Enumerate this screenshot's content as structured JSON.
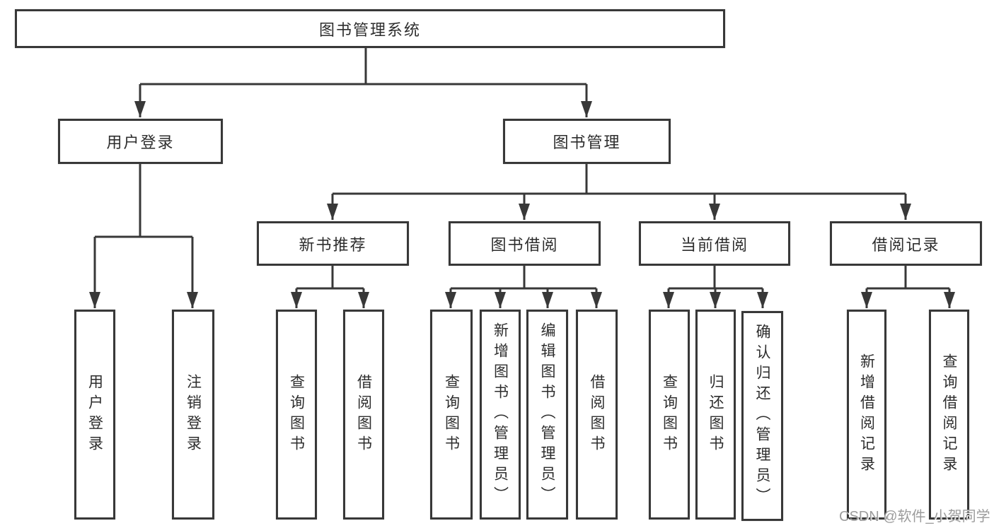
{
  "diagram": {
    "title": "图书管理系统",
    "type": "functional-structure-tree",
    "colors": {
      "background": "#ffffff",
      "node_fill": "#ffffff",
      "node_border": "#383838",
      "connector_line": "#383838",
      "text": "#2d2d2d",
      "watermark_text": "#9c9c9c"
    },
    "nodes": {
      "root": {
        "label": "图书管理系统"
      },
      "user_login": {
        "label": "用户登录"
      },
      "book_mgmt": {
        "label": "图书管理"
      },
      "new_book_rec": {
        "label": "新书推荐"
      },
      "book_borrow": {
        "label": "图书借阅"
      },
      "current_borrow": {
        "label": "当前借阅"
      },
      "borrow_records": {
        "label": "借阅记录"
      },
      "leaf_user_login": {
        "label": "用户登录"
      },
      "leaf_logout": {
        "label": "注销登录"
      },
      "leaf_rec_query": {
        "label": "查询图书"
      },
      "leaf_rec_borrow": {
        "label": "借阅图书"
      },
      "leaf_bb_query": {
        "label": "查询图书"
      },
      "leaf_bb_add": {
        "label": "新增图书（管理员）"
      },
      "leaf_bb_edit": {
        "label": "编辑图书（管理员）"
      },
      "leaf_bb_borrow": {
        "label": "借阅图书"
      },
      "leaf_cb_query": {
        "label": "查询图书"
      },
      "leaf_cb_return": {
        "label": "归还图书"
      },
      "leaf_cb_confirm": {
        "label": "确认归还（管理员）"
      },
      "leaf_br_add": {
        "label": "新增借阅记录"
      },
      "leaf_br_query": {
        "label": "查询借阅记录"
      }
    },
    "tree": {
      "图书管理系统": {
        "用户登录": [
          "用户登录",
          "注销登录"
        ],
        "图书管理": {
          "新书推荐": [
            "查询图书",
            "借阅图书"
          ],
          "图书借阅": [
            "查询图书",
            "新增图书（管理员）",
            "编辑图书（管理员）",
            "借阅图书"
          ],
          "当前借阅": [
            "查询图书",
            "归还图书",
            "确认归还（管理员）"
          ],
          "借阅记录": [
            "新增借阅记录",
            "查询借阅记录"
          ]
        }
      }
    },
    "watermark": "CSDN @软件_小贺同学"
  }
}
